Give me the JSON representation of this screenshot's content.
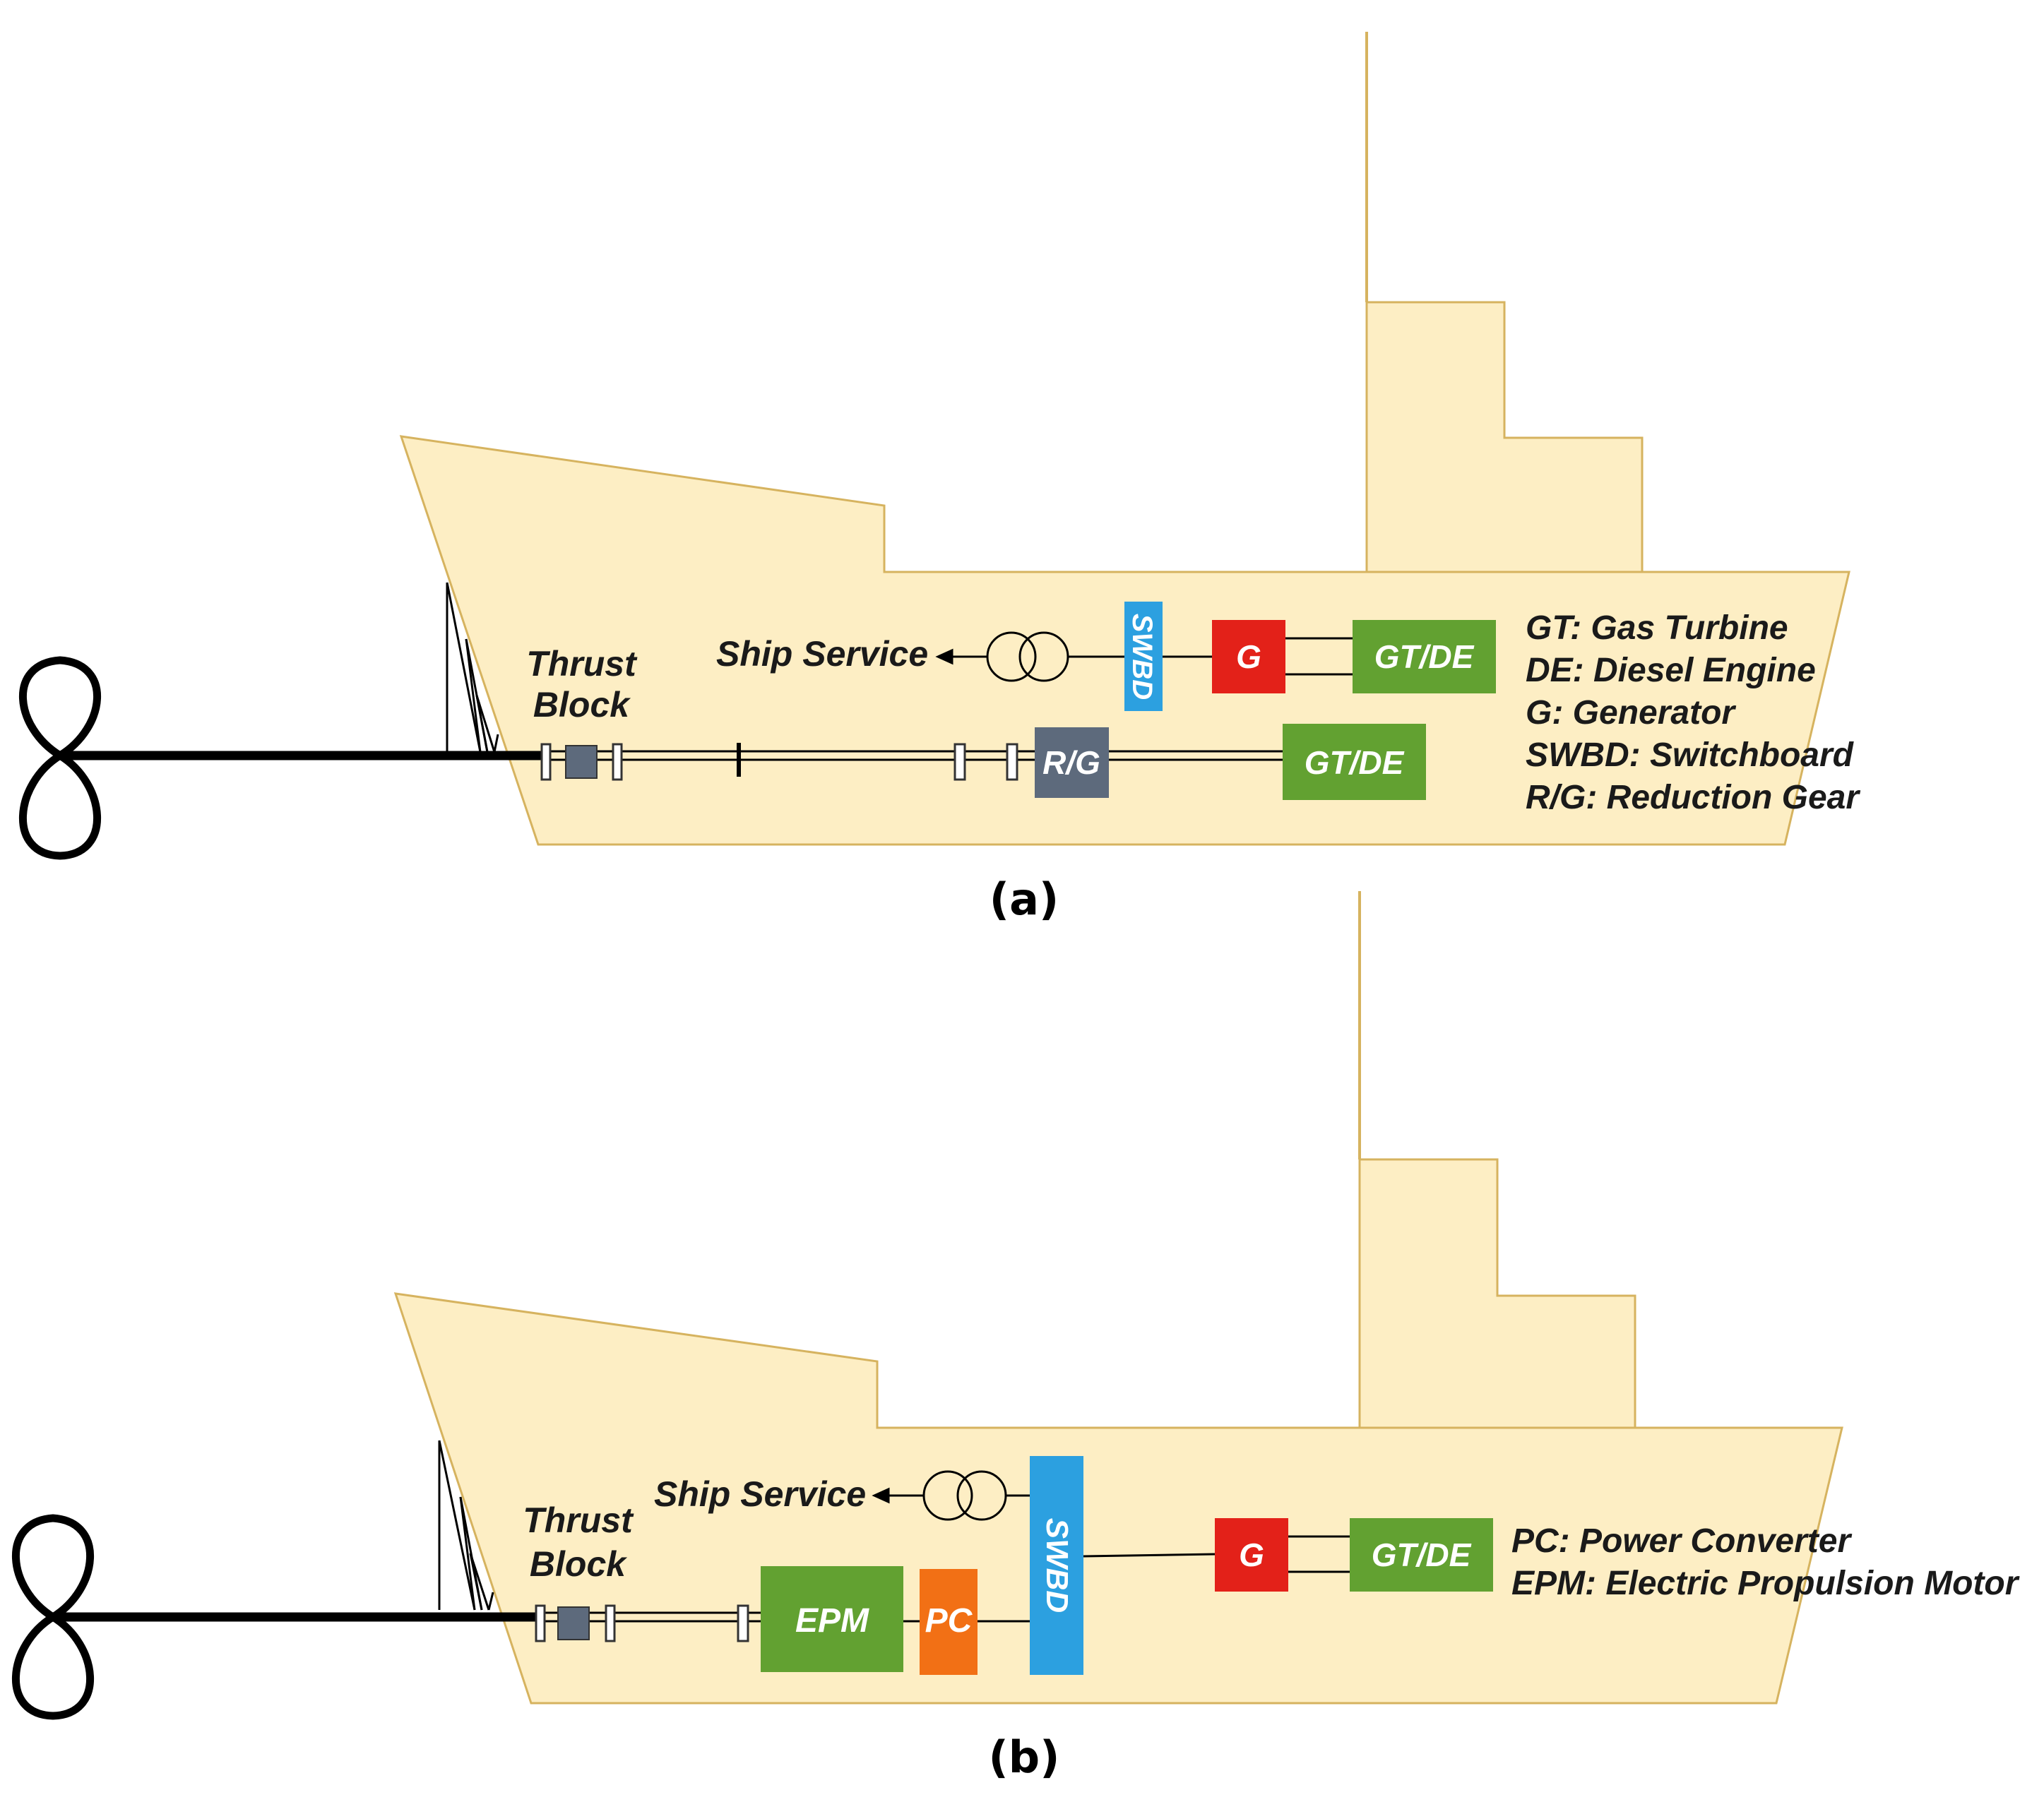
{
  "colors": {
    "hull_fill": "#fdeec4",
    "hull_stroke": "#d6b35f",
    "generator": "#e32119",
    "prime_mover": "#62a131",
    "switchboard": "#2ca0e0",
    "reduction_gear": "#5d6a7c",
    "power_converter": "#f27015",
    "shaft": "#000000"
  },
  "diagram_a": {
    "caption": "(a)",
    "thrust_block_line1": "Thrust",
    "thrust_block_line2": "Block",
    "ship_service": "Ship Service",
    "swbd": "SWBD",
    "generator": "G",
    "gt_de_top": "GT/DE",
    "reduction_gear": "R/G",
    "gt_de_bottom": "GT/DE",
    "legend": [
      "GT: Gas Turbine",
      "DE: Diesel Engine",
      "G: Generator",
      "SWBD: Switchboard",
      "R/G: Reduction Gear"
    ]
  },
  "diagram_b": {
    "caption": "(b)",
    "thrust_block_line1": "Thrust",
    "thrust_block_line2": "Block",
    "ship_service": "Ship Service",
    "swbd": "SWBD",
    "generator": "G",
    "gt_de": "GT/DE",
    "epm": "EPM",
    "pc": "PC",
    "legend": [
      "PC: Power Converter",
      "EPM: Electric Propulsion Motor"
    ]
  }
}
